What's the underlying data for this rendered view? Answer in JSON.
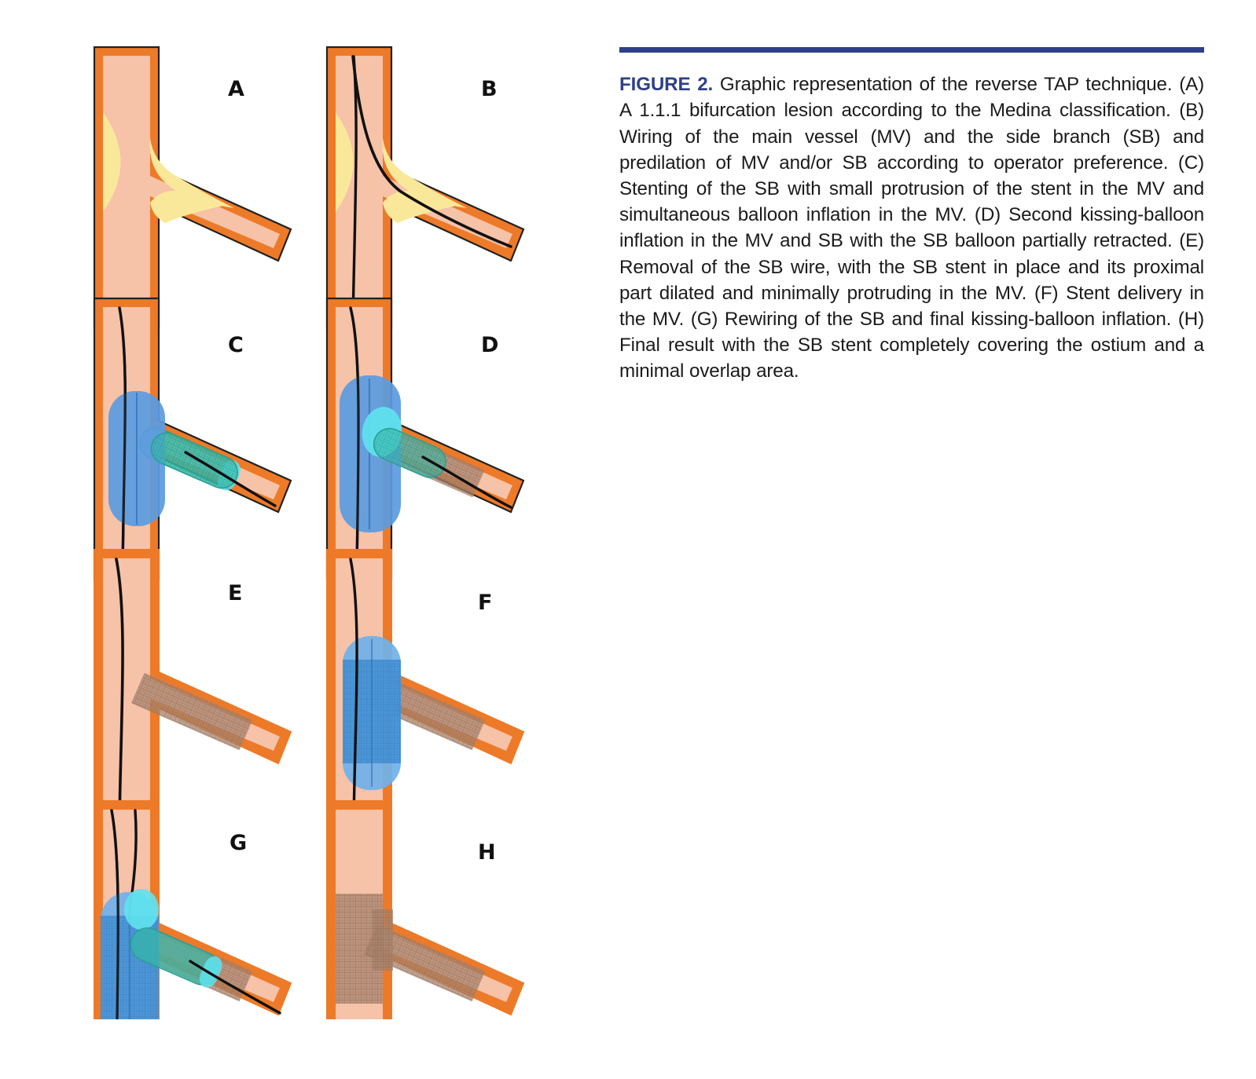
{
  "figure": {
    "label": "FIGURE 2.",
    "caption": " Graphic representation of the reverse TAP technique. (A) A 1.1.1 bifurcation lesion according to the Medina classification. (B) Wiring of the main vessel (MV) and the side branch (SB) and predilation of MV and/or SB according to operator preference. (C) Stenting of the SB with small protrusion of the stent in the MV and simultaneous balloon inflation in the MV. (D) Second kissing-balloon inflation in the MV and SB with the SB balloon partially retracted. (E) Removal of the SB wire, with the SB stent in place and its proximal part dilated and minimally protruding in the MV. (F) Stent delivery in the MV. (G) Rewiring of the SB and final kissing-balloon inflation. (H) Final result with the SB stent completely covering the ostium and a minimal overlap area.",
    "rule_color": "#2E4088",
    "label_color": "#2E4088"
  },
  "panels": [
    {
      "id": "A",
      "letter": "A",
      "description": "1.1.1 bifurcation lesion according to the Medina classification"
    },
    {
      "id": "B",
      "letter": "B",
      "description": "Wiring of the main vessel and the side branch and predilation"
    },
    {
      "id": "C",
      "letter": "C",
      "description": "Stenting of the SB with small protrusion of the stent in the MV and simultaneous balloon inflation in the MV"
    },
    {
      "id": "D",
      "letter": "D",
      "description": "Second kissing-balloon inflation in the MV and SB with the SB balloon partially retracted"
    },
    {
      "id": "E",
      "letter": "E",
      "description": "Removal of the SB wire, with the SB stent in place and its proximal part dilated and minimally protruding in the MV"
    },
    {
      "id": "F",
      "letter": "F",
      "description": "Stent delivery in the MV"
    },
    {
      "id": "G",
      "letter": "G",
      "description": "Rewiring of the SB and final kissing-balloon inflation"
    },
    {
      "id": "H",
      "letter": "H",
      "description": "Final result with the SB stent completely covering the ostium and a minimal overlap area"
    }
  ],
  "colors": {
    "vessel_wall": "#ED7A28",
    "vessel_lumen": "#F6C2A8",
    "vessel_outline": "#222222",
    "plaque": "#FAE89A",
    "balloon_blue": "#5B9BE0",
    "balloon_cyan": "#5FE3EE",
    "stent_teal": "#35B9A8",
    "stent_mesh": "#A8836C",
    "guidewire": "#111111"
  }
}
